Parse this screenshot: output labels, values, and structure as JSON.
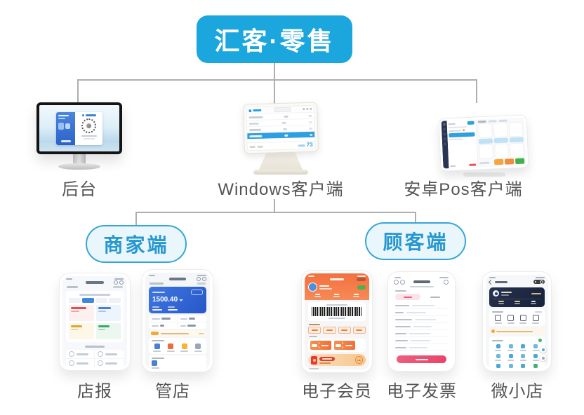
{
  "title": {
    "label": "汇客·零售"
  },
  "tier1": [
    {
      "label": "后台"
    },
    {
      "label": "Windows客户端"
    },
    {
      "label": "安卓Pos客户端"
    }
  ],
  "tier2": [
    {
      "label": "商家端"
    },
    {
      "label": "顾客端"
    }
  ],
  "apps": [
    {
      "label": "店报"
    },
    {
      "label": "管店"
    },
    {
      "label": "电子会员"
    },
    {
      "label": "电子发票"
    },
    {
      "label": "微小店"
    }
  ],
  "windows_screen": {
    "total": "73"
  },
  "guandian": {
    "amount": "1500.40"
  },
  "colors": {
    "brand_blue": "#1ba7de",
    "pill_border": "#37a6d7",
    "pill_fill": "#e9f6fc",
    "connector_gray": "#aeaeae",
    "label_gray": "#545454",
    "member_orange": "#f4764b",
    "invoice_pink": "#e85275",
    "wechat_green": "#3eb575",
    "card_blue": "#2f68d8",
    "pos_highlight": "#2e9fe0"
  }
}
